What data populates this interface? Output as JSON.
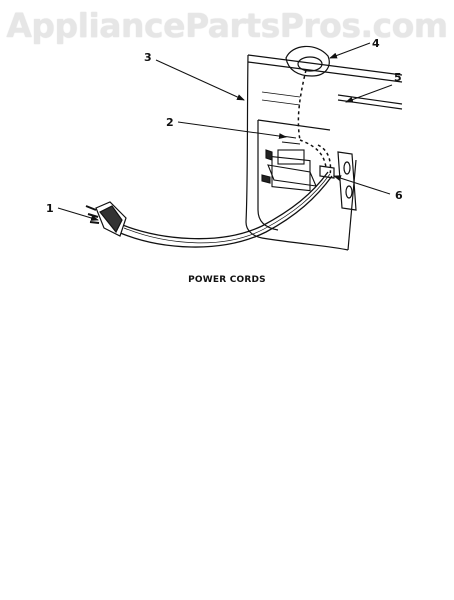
{
  "watermark": "AppliancePartsPros.com",
  "caption": "POWER CORDS",
  "callouts": {
    "c1": "1",
    "c2": "2",
    "c3": "3",
    "c4": "4",
    "c5": "5",
    "c6": "6"
  }
}
